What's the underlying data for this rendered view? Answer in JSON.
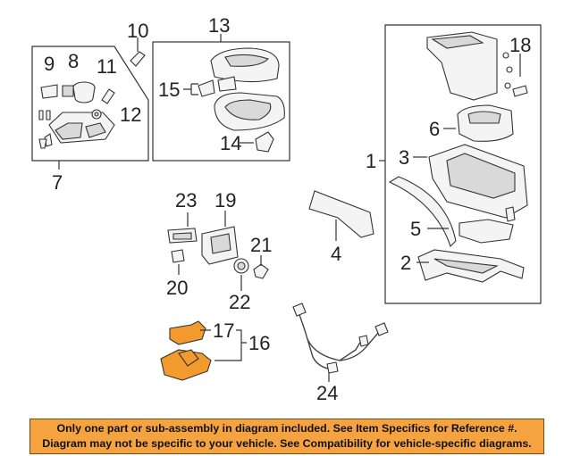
{
  "callouts": {
    "c1": "1",
    "c2": "2",
    "c3": "3",
    "c4": "4",
    "c5": "5",
    "c6": "6",
    "c7": "7",
    "c8": "8",
    "c9": "9",
    "c10": "10",
    "c11": "11",
    "c12": "12",
    "c13": "13",
    "c14": "14",
    "c15": "15",
    "c16": "16",
    "c17": "17",
    "c18": "18",
    "c19": "19",
    "c20": "20",
    "c21": "21",
    "c22": "22",
    "c23": "23",
    "c24": "24"
  },
  "disclaimer": {
    "line1": "Only one part or sub-assembly in diagram included. See Item Specifics for Reference #.",
    "line2": "Diagram may not be specific to your vehicle. See Compatibility for vehicle-specific diagrams."
  },
  "colors": {
    "highlight_part": "#f29a2e",
    "disclaimer_background": "#f4a340",
    "line": "#333333"
  }
}
